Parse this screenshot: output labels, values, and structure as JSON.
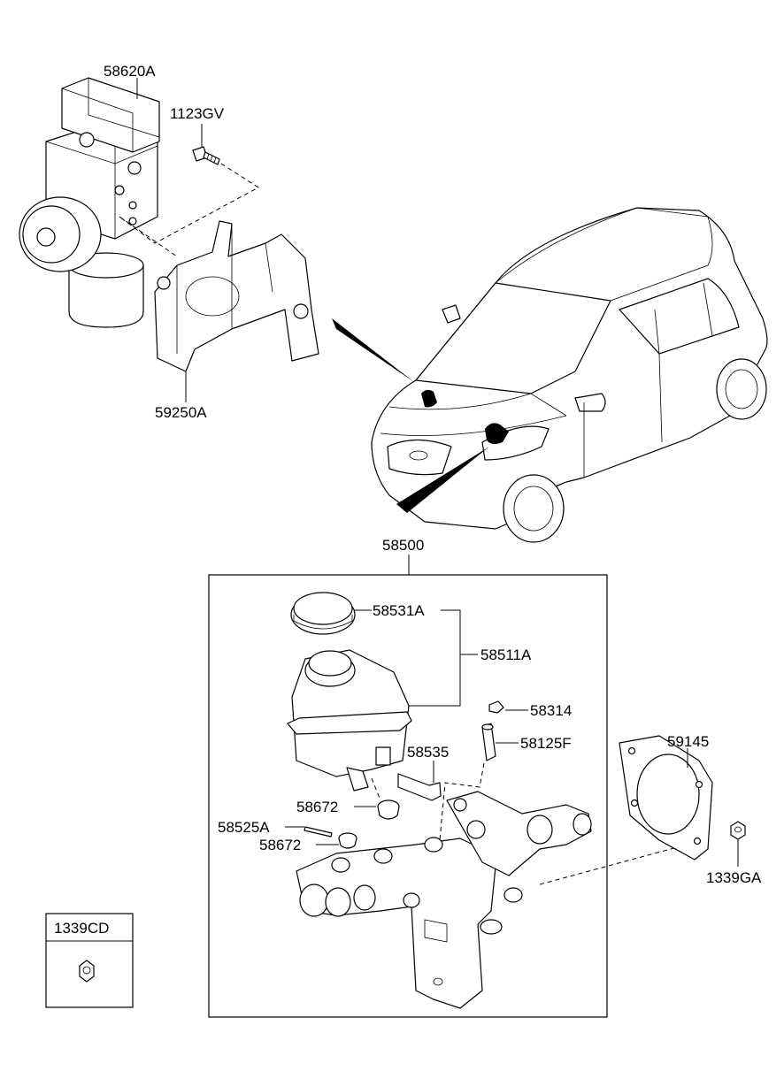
{
  "parts": {
    "hecu": "58620A",
    "bolt": "1123GV",
    "bracket": "59250A",
    "master_cylinder_assy": "58500",
    "reservoir_cap": "58531A",
    "reservoir": "58511A",
    "sensor_plug": "58314",
    "sensor": "58125F",
    "connector": "58535",
    "seal_upper": "58672",
    "pin": "58525A",
    "seal_lower": "58672",
    "gasket": "59145",
    "nut": "1339GA",
    "legend_nut": "1339CD"
  }
}
